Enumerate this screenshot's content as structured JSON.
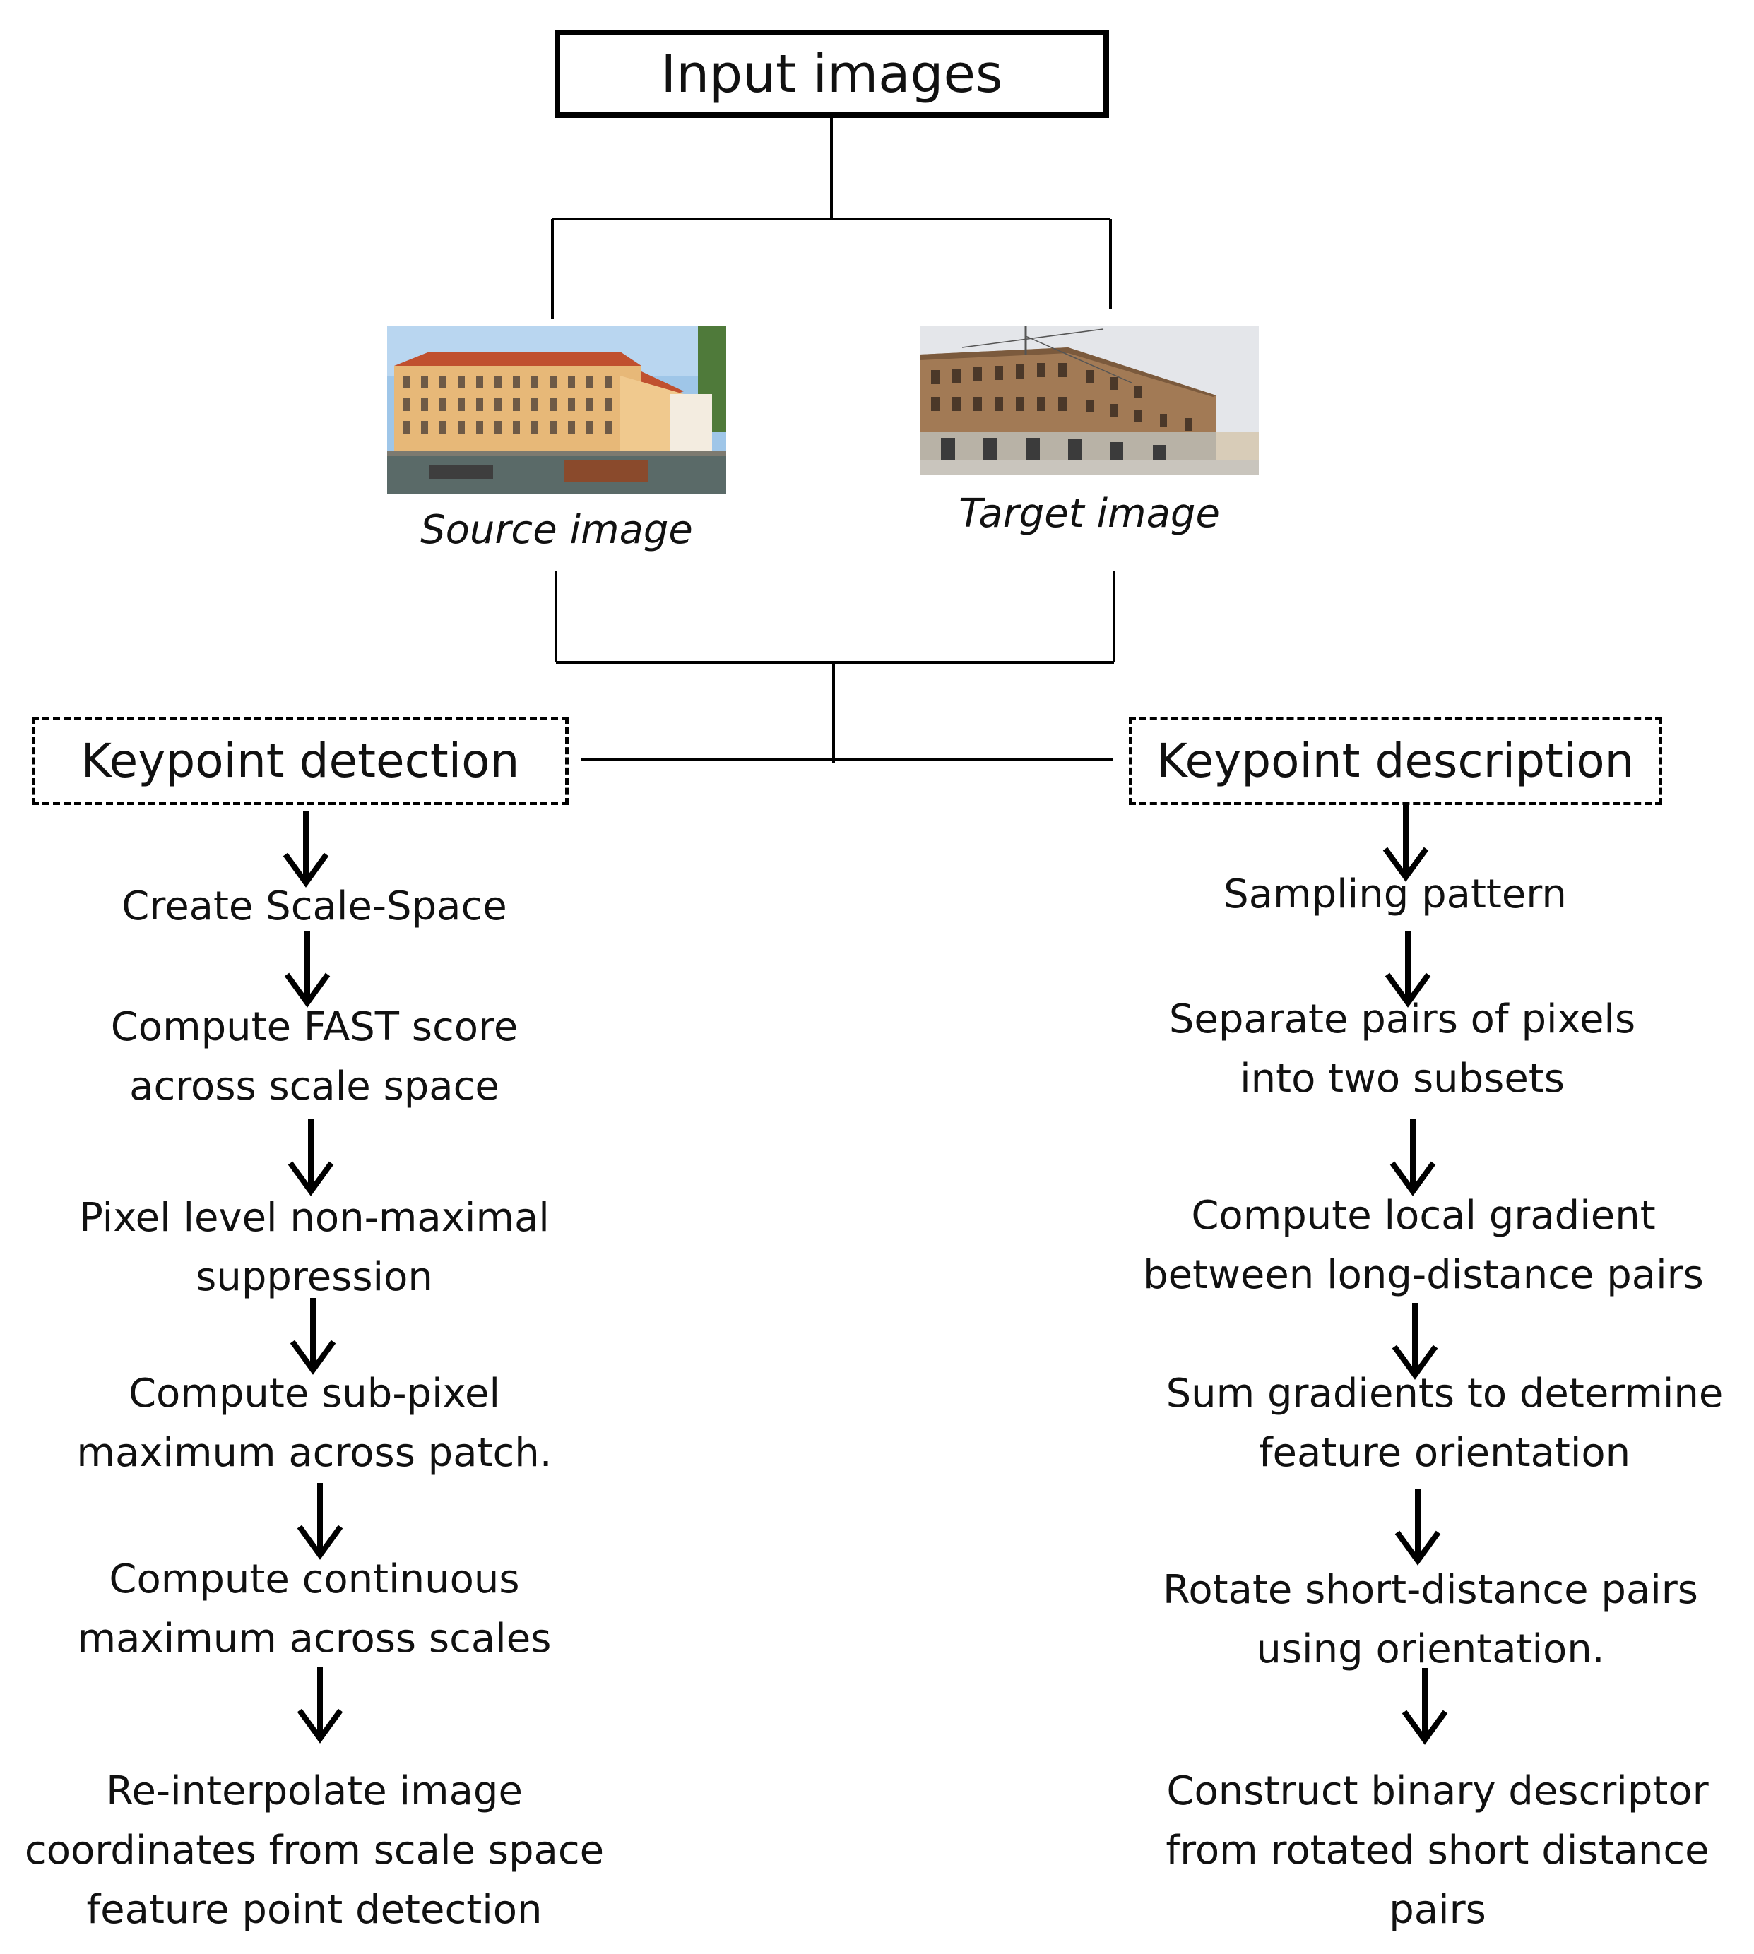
{
  "top": {
    "title": "Input images"
  },
  "images": {
    "source_caption": "Source image",
    "target_caption": "Target image"
  },
  "branches": {
    "left_heading": "Keypoint detection",
    "right_heading": "Keypoint description"
  },
  "detection_steps": [
    "Create Scale-Space",
    "Compute FAST score\nacross scale space",
    "Pixel level non-maximal\nsuppression",
    "Compute sub-pixel\nmaximum across patch.",
    "Compute continuous\nmaximum across scales",
    "Re-interpolate image\ncoordinates from scale space\nfeature point detection"
  ],
  "description_steps": [
    "Sampling pattern",
    "Separate pairs of pixels\ninto two subsets",
    "Compute local gradient\nbetween long-distance pairs",
    "Sum gradients to determine\nfeature orientation",
    "Rotate short-distance pairs\nusing orientation.",
    "Construct binary descriptor\nfrom rotated short distance\npairs"
  ]
}
